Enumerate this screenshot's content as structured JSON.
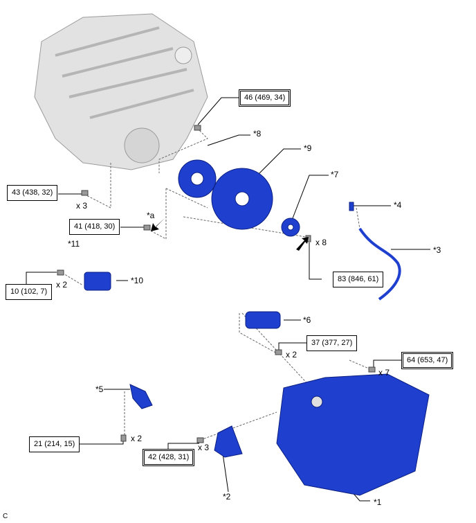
{
  "torque_specs": [
    {
      "id": "46",
      "label": "46 (469, 34)",
      "double": true
    },
    {
      "id": "43",
      "label": "43 (438, 32)",
      "double": false
    },
    {
      "id": "41",
      "label": "41 (418, 30)",
      "double": false
    },
    {
      "id": "10",
      "label": "10 (102, 7)",
      "double": false
    },
    {
      "id": "83",
      "label": "83 (846, 61)",
      "double": false
    },
    {
      "id": "37",
      "label": "37 (377, 27)",
      "double": false
    },
    {
      "id": "64",
      "label": "64 (653, 47)",
      "double": true
    },
    {
      "id": "21",
      "label": "21 (214, 15)",
      "double": false
    },
    {
      "id": "42",
      "label": "42 (428, 31)",
      "double": true
    }
  ],
  "part_callouts": {
    "p1": "*1",
    "p2": "*2",
    "p3": "*3",
    "p4": "*4",
    "p5": "*5",
    "p6": "*6",
    "p7": "*7",
    "p8": "*8",
    "p9": "*9",
    "p10": "*10",
    "p11": "*11",
    "pa": "*a"
  },
  "quantities": {
    "q43": "x 3",
    "q83": "x 8",
    "q10": "x 2",
    "q37": "x 2",
    "q64": "x 7",
    "q21": "x 2",
    "q42": "x 3"
  },
  "figure_code": "C",
  "colors": {
    "part_blue": "#1f3fcf",
    "engine_gray": "#d8d8d8"
  }
}
